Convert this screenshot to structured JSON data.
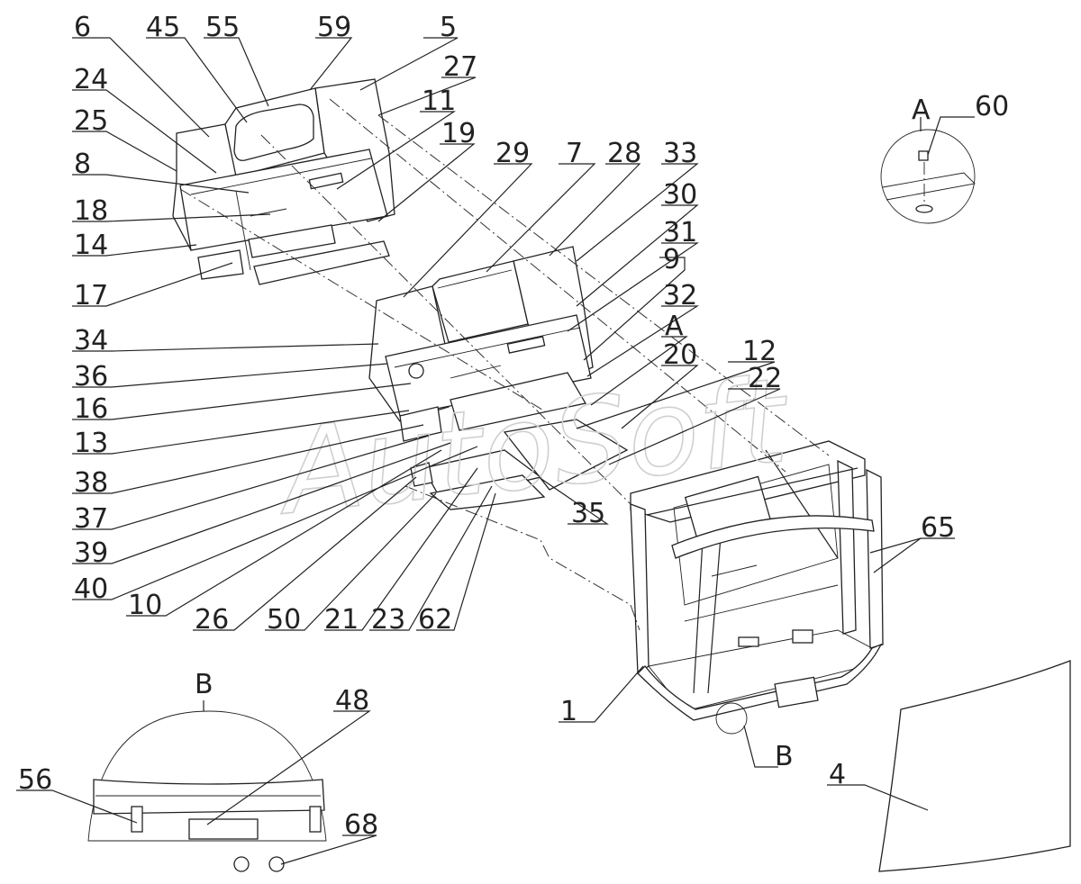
{
  "watermark": "AutoSoft",
  "detail_views": {
    "a": "A",
    "b": "B"
  },
  "callouts": [
    {
      "id": "6",
      "text": "6"
    },
    {
      "id": "45",
      "text": "45"
    },
    {
      "id": "55",
      "text": "55"
    },
    {
      "id": "59",
      "text": "59"
    },
    {
      "id": "5",
      "text": "5"
    },
    {
      "id": "24",
      "text": "24"
    },
    {
      "id": "27",
      "text": "27"
    },
    {
      "id": "25",
      "text": "25"
    },
    {
      "id": "11",
      "text": "11"
    },
    {
      "id": "19",
      "text": "19"
    },
    {
      "id": "8",
      "text": "8"
    },
    {
      "id": "18",
      "text": "18"
    },
    {
      "id": "14",
      "text": "14"
    },
    {
      "id": "17",
      "text": "17"
    },
    {
      "id": "29",
      "text": "29"
    },
    {
      "id": "7",
      "text": "7"
    },
    {
      "id": "28",
      "text": "28"
    },
    {
      "id": "33",
      "text": "33"
    },
    {
      "id": "30",
      "text": "30"
    },
    {
      "id": "31",
      "text": "31"
    },
    {
      "id": "9",
      "text": "9"
    },
    {
      "id": "32",
      "text": "32"
    },
    {
      "id": "A",
      "text": "A"
    },
    {
      "id": "20",
      "text": "20"
    },
    {
      "id": "12",
      "text": "12"
    },
    {
      "id": "22",
      "text": "22"
    },
    {
      "id": "34",
      "text": "34"
    },
    {
      "id": "36",
      "text": "36"
    },
    {
      "id": "16",
      "text": "16"
    },
    {
      "id": "13",
      "text": "13"
    },
    {
      "id": "38",
      "text": "38"
    },
    {
      "id": "37",
      "text": "37"
    },
    {
      "id": "39",
      "text": "39"
    },
    {
      "id": "40",
      "text": "40"
    },
    {
      "id": "10",
      "text": "10"
    },
    {
      "id": "26",
      "text": "26"
    },
    {
      "id": "50",
      "text": "50"
    },
    {
      "id": "21",
      "text": "21"
    },
    {
      "id": "23",
      "text": "23"
    },
    {
      "id": "62",
      "text": "62"
    },
    {
      "id": "35",
      "text": "35"
    },
    {
      "id": "65",
      "text": "65"
    },
    {
      "id": "60",
      "text": "60"
    },
    {
      "id": "1",
      "text": "1"
    },
    {
      "id": "B",
      "text": "B"
    },
    {
      "id": "4",
      "text": "4"
    },
    {
      "id": "48",
      "text": "48"
    },
    {
      "id": "56",
      "text": "56"
    },
    {
      "id": "68",
      "text": "68"
    }
  ]
}
